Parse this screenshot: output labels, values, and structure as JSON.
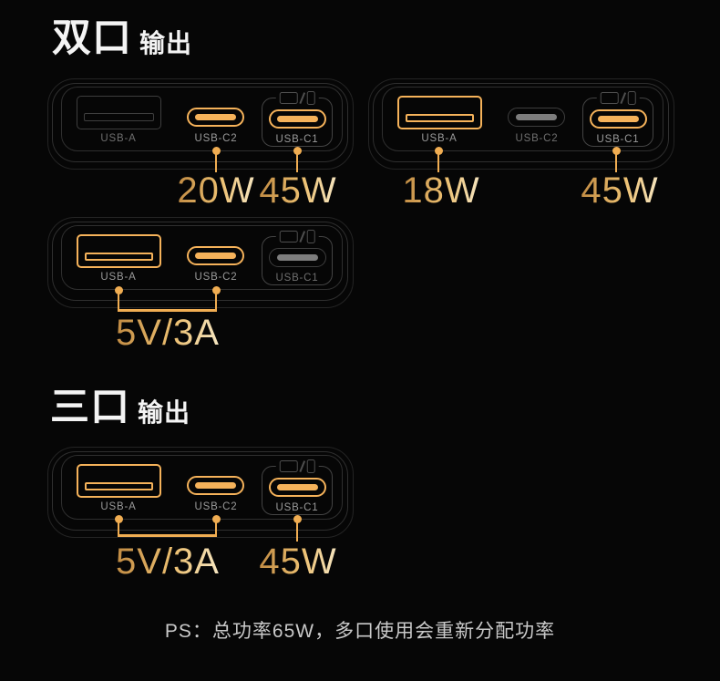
{
  "colors": {
    "page_bg": "#060606",
    "title_color": "#f4f4f4",
    "outline_color": "#2f2f2f",
    "gold": "#f5b25a",
    "gold_line": "#f0ad52",
    "dim_outline": "#3e3e3e",
    "dim_fill": "#7d7d7d",
    "label_active": "#9a9a9a",
    "label_dim": "#6f6f6f",
    "grad_start": "#c08a42",
    "grad_end": "#f6e7c3",
    "note_color": "#c9c9c9"
  },
  "sections": [
    {
      "title_big": "双口",
      "title_small": "输出"
    },
    {
      "title_big": "三口",
      "title_small": "输出"
    }
  ],
  "devices": [
    {
      "usb_a_label": "USB-A",
      "usb_c2_label": "USB-C2",
      "usb_c1_label": "USB-C1",
      "usb_a_active": false,
      "usb_c2_active": true,
      "usb_c1_active": true,
      "outputs": {
        "c2": "20W",
        "c1": "45W"
      }
    },
    {
      "usb_a_label": "USB-A",
      "usb_c2_label": "USB-C2",
      "usb_c1_label": "USB-C1",
      "usb_a_active": true,
      "usb_c2_active": false,
      "usb_c1_active": true,
      "outputs": {
        "a": "18W",
        "c1": "45W"
      }
    },
    {
      "usb_a_label": "USB-A",
      "usb_c2_label": "USB-C2",
      "usb_c1_label": "USB-C1",
      "usb_a_active": true,
      "usb_c2_active": true,
      "usb_c1_active": false,
      "outputs": {
        "a_c2": "5V/3A"
      }
    },
    {
      "usb_a_label": "USB-A",
      "usb_c2_label": "USB-C2",
      "usb_c1_label": "USB-C1",
      "usb_a_active": true,
      "usb_c2_active": true,
      "usb_c1_active": true,
      "outputs": {
        "a_c2": "5V/3A",
        "c1": "45W"
      }
    }
  ],
  "note": "PS：总功率65W，多口使用会重新分配功率"
}
